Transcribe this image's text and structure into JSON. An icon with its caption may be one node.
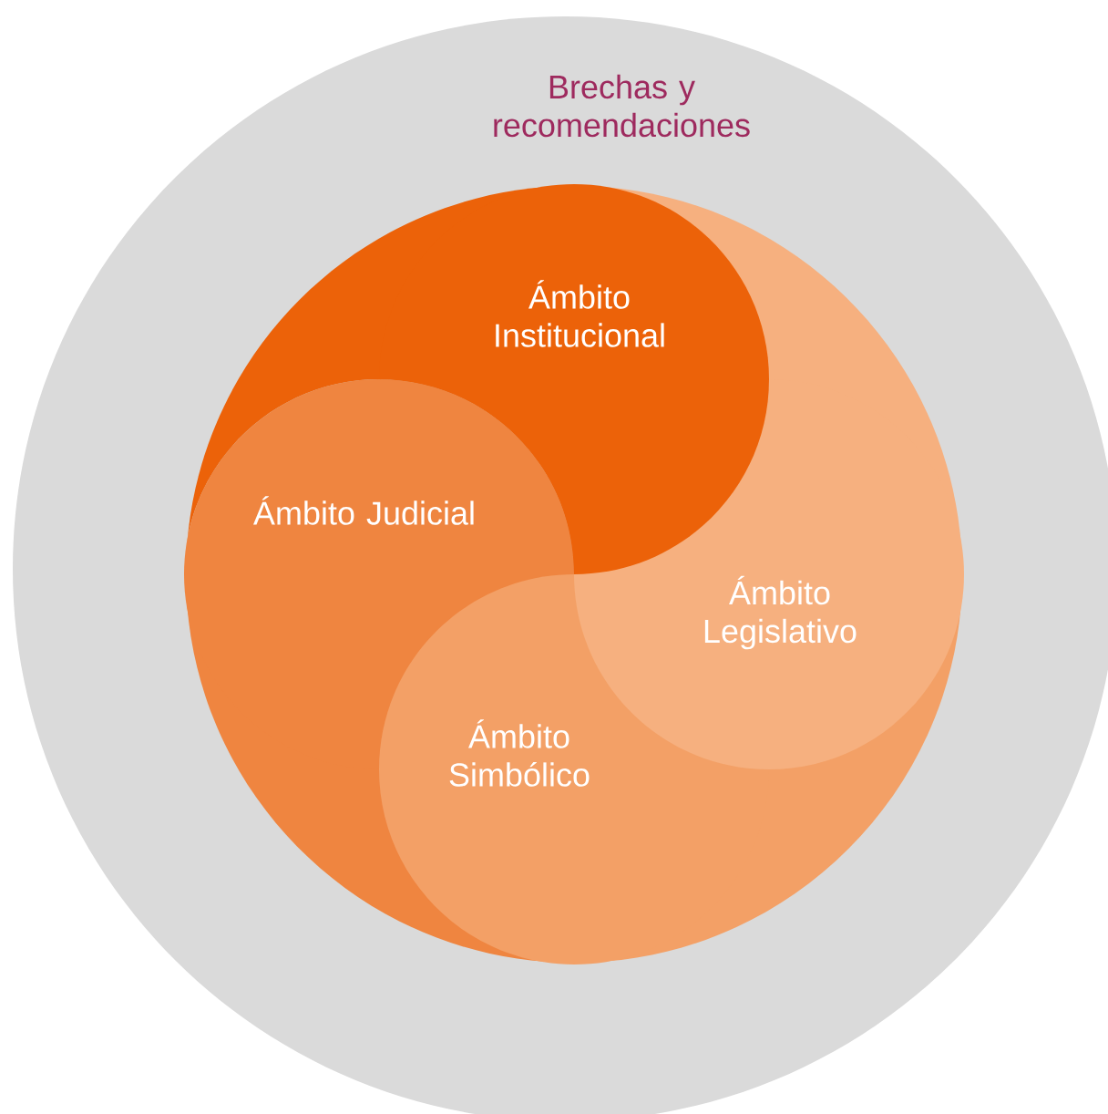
{
  "diagram": {
    "nodes": [
      {
        "text": [
          "Brechas y recomendaciones"
        ]
      },
      {
        "text": [
          "Ámbito Institucional"
        ],
        "in": 0
      },
      {
        "text": [
          "Ámbito Judicial"
        ],
        "in": 0
      },
      {
        "text": [
          "Ámbito Legislativo"
        ],
        "in": 0
      },
      {
        "text": [
          "Ámbito Simbólico"
        ],
        "in": 0
      }
    ]
  }
}
